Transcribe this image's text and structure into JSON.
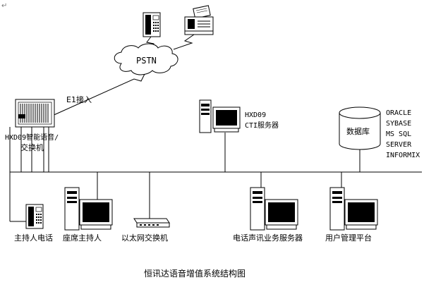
{
  "corner_mark": "↵",
  "pstn_label": "PSTN",
  "e1_label": "E1接入",
  "switch_label_line1": "HXD09智能语音/",
  "switch_label_line2": "交换机",
  "cti_label_line1": "HXD09",
  "cti_label_line2": "CTI服务器",
  "database_label": "数据库",
  "db_types": [
    "ORACLE",
    "SYBASE",
    "MS SQL",
    "SERVER",
    "INFORMIX"
  ],
  "devices": {
    "host_phone": "主持人电话",
    "seat_host": "座席主持人",
    "ethernet_switch": "以太网交换机",
    "voice_server": "电话声讯业务服务器",
    "user_mgmt": "用户管理平台"
  },
  "caption": "恒讯达语音增值系统结构图"
}
